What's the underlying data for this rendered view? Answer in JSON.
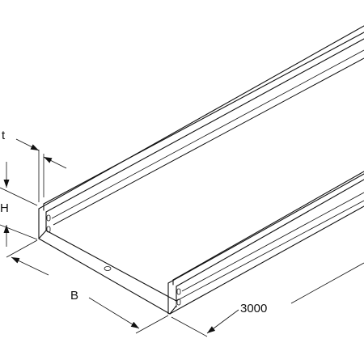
{
  "diagram": {
    "dimensions": {
      "t": "t",
      "H": "H",
      "B": "B",
      "length": "3000"
    }
  }
}
